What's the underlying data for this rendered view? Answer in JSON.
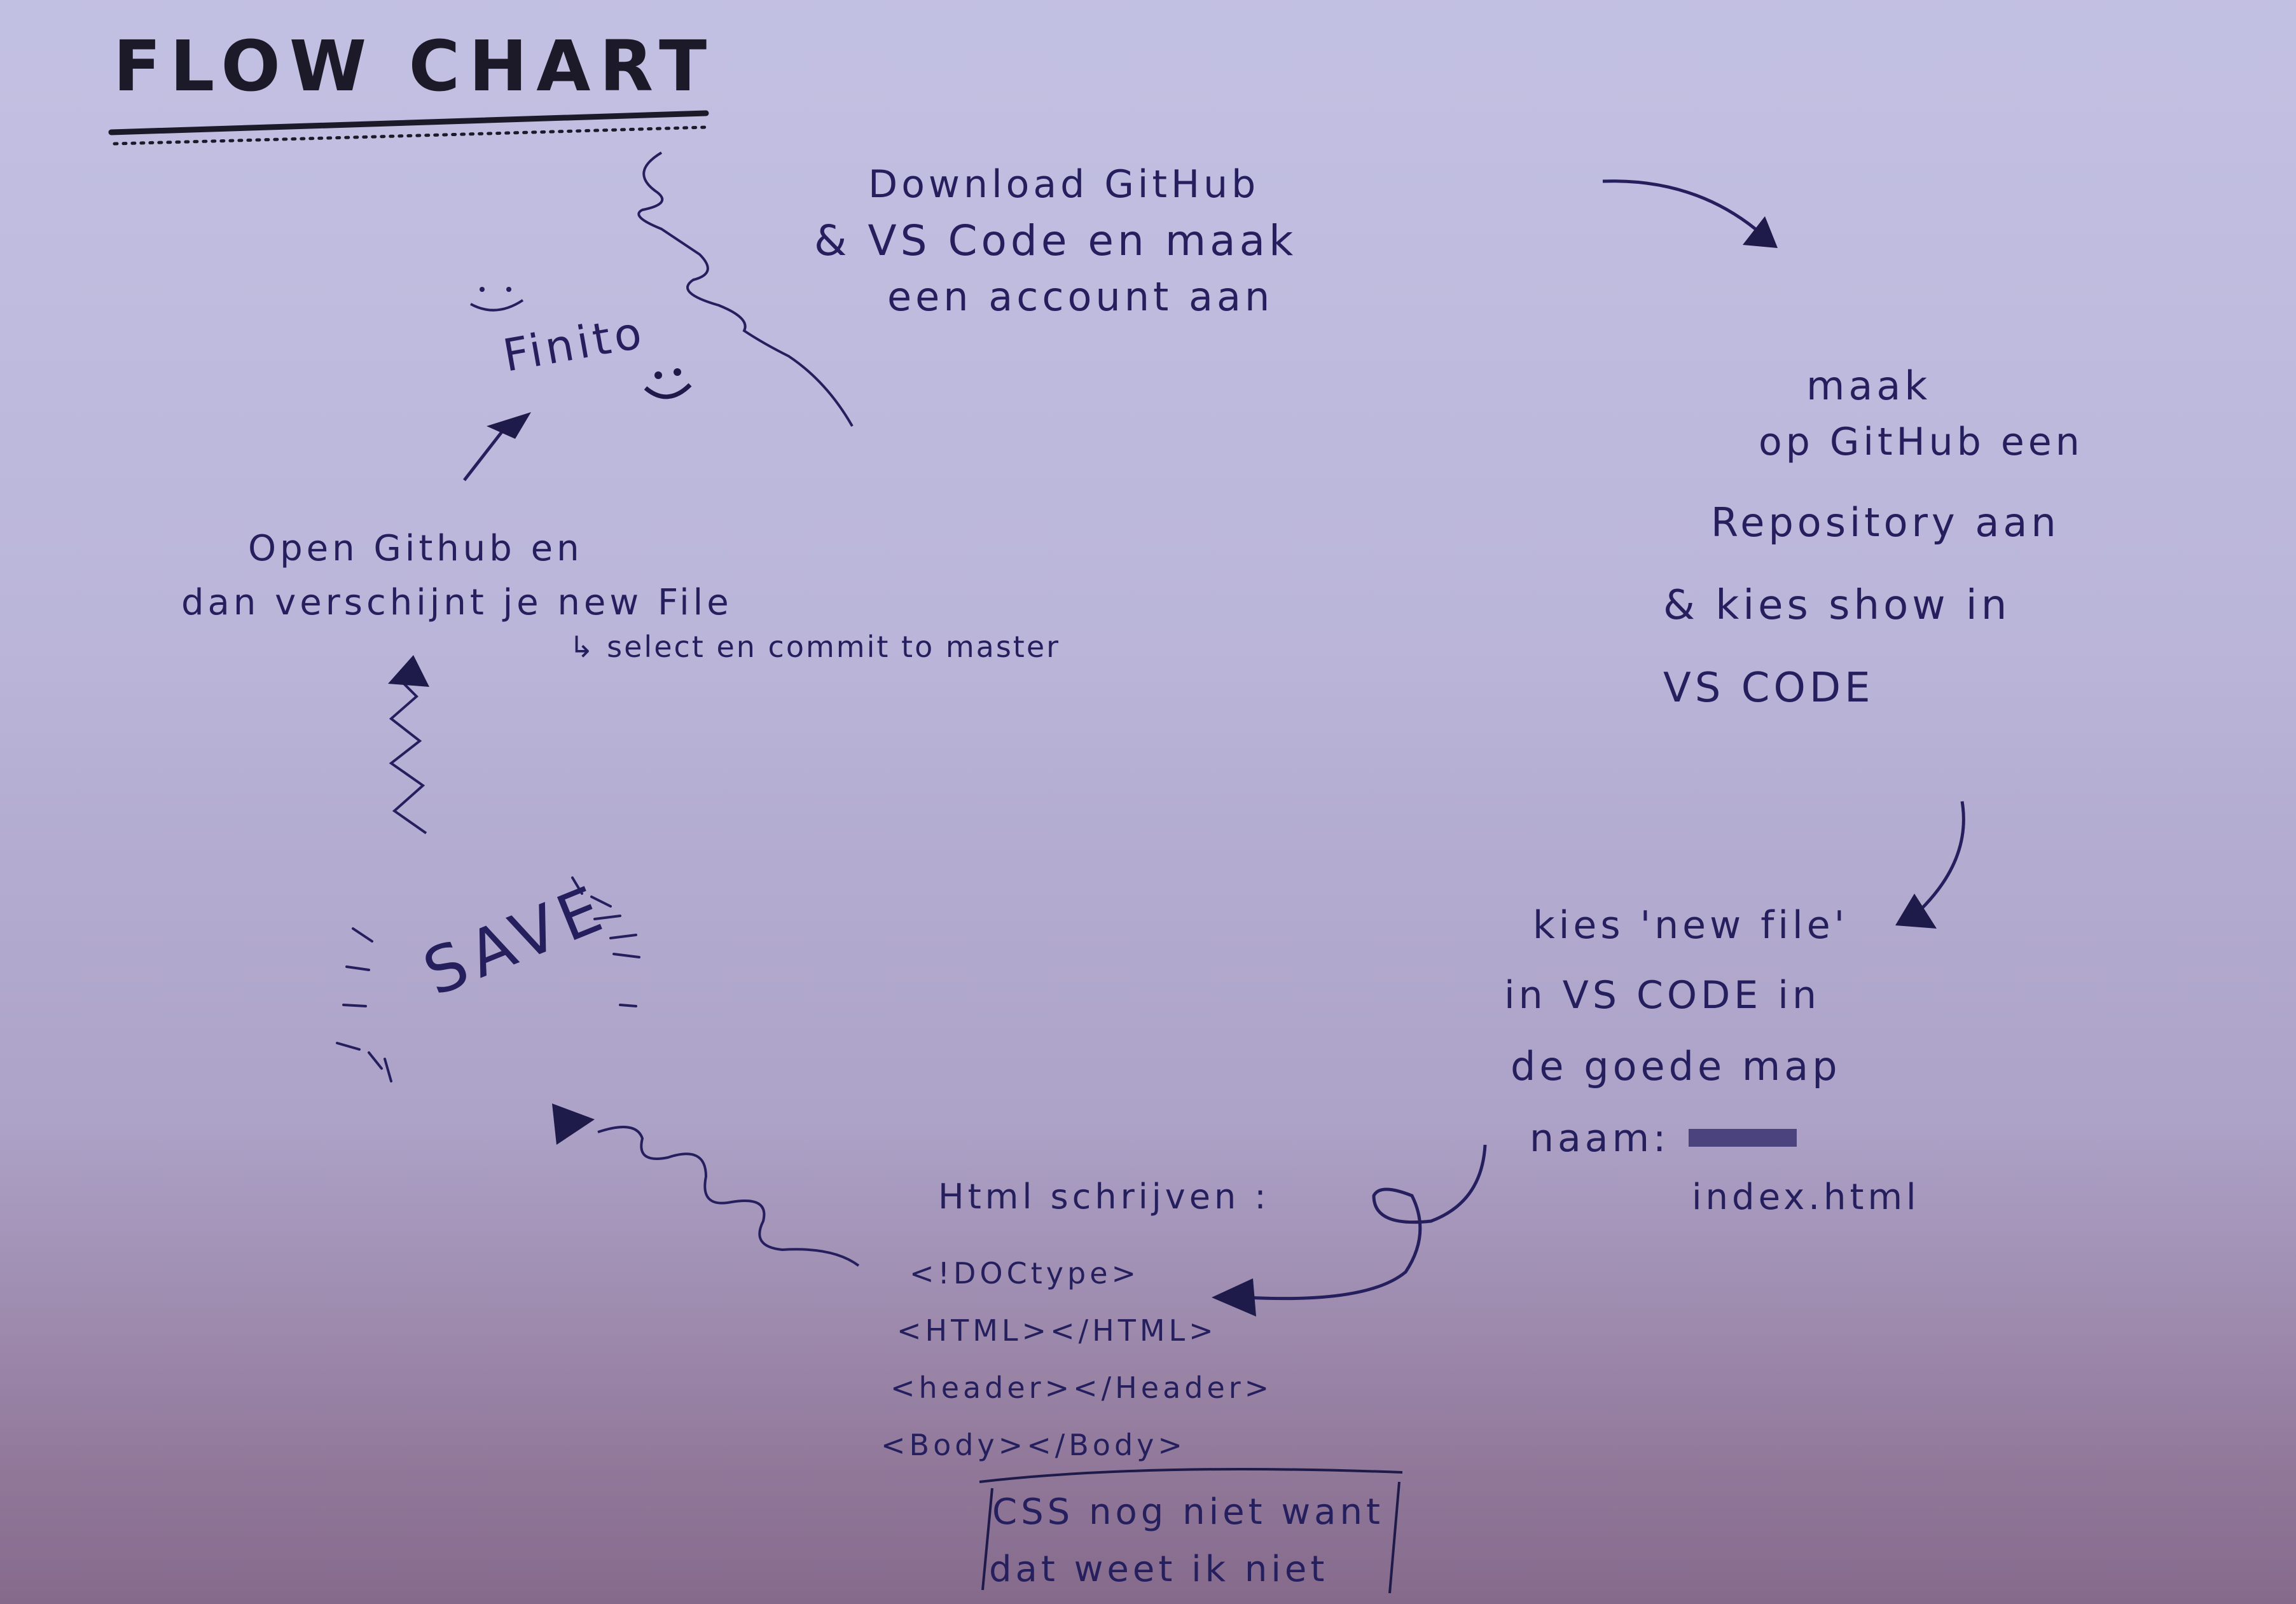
{
  "title": "FLOW CHART",
  "steps": {
    "download": [
      "Download GitHub",
      "& VS Code en maak",
      "een account aan"
    ],
    "repository": [
      "maak",
      "op GitHub een",
      "Repository aan",
      "& kies show in",
      "VS CODE"
    ],
    "newfile": [
      "kies 'new file'",
      "in VS CODE in",
      "de goede map",
      "naam:",
      "index.html"
    ],
    "html": [
      "Html schrijven :",
      "<!DOCtype>",
      "<HTML></HTML>",
      "<header></Header>",
      "<Body></Body>"
    ],
    "css_note": [
      "CSS nog niet want",
      "dat weet ik niet"
    ],
    "save": "SAVE",
    "github": [
      "Open Github en",
      "dan verschijnt je new File",
      "↳ select en commit to master"
    ],
    "finito": "Finito"
  },
  "icons": [
    "smiley-icon",
    "arrow-icon",
    "sparkle-icon"
  ],
  "colors": {
    "ink": "#251f5e",
    "title_ink": "#1c1a28",
    "paper": "#bcb9dc"
  }
}
